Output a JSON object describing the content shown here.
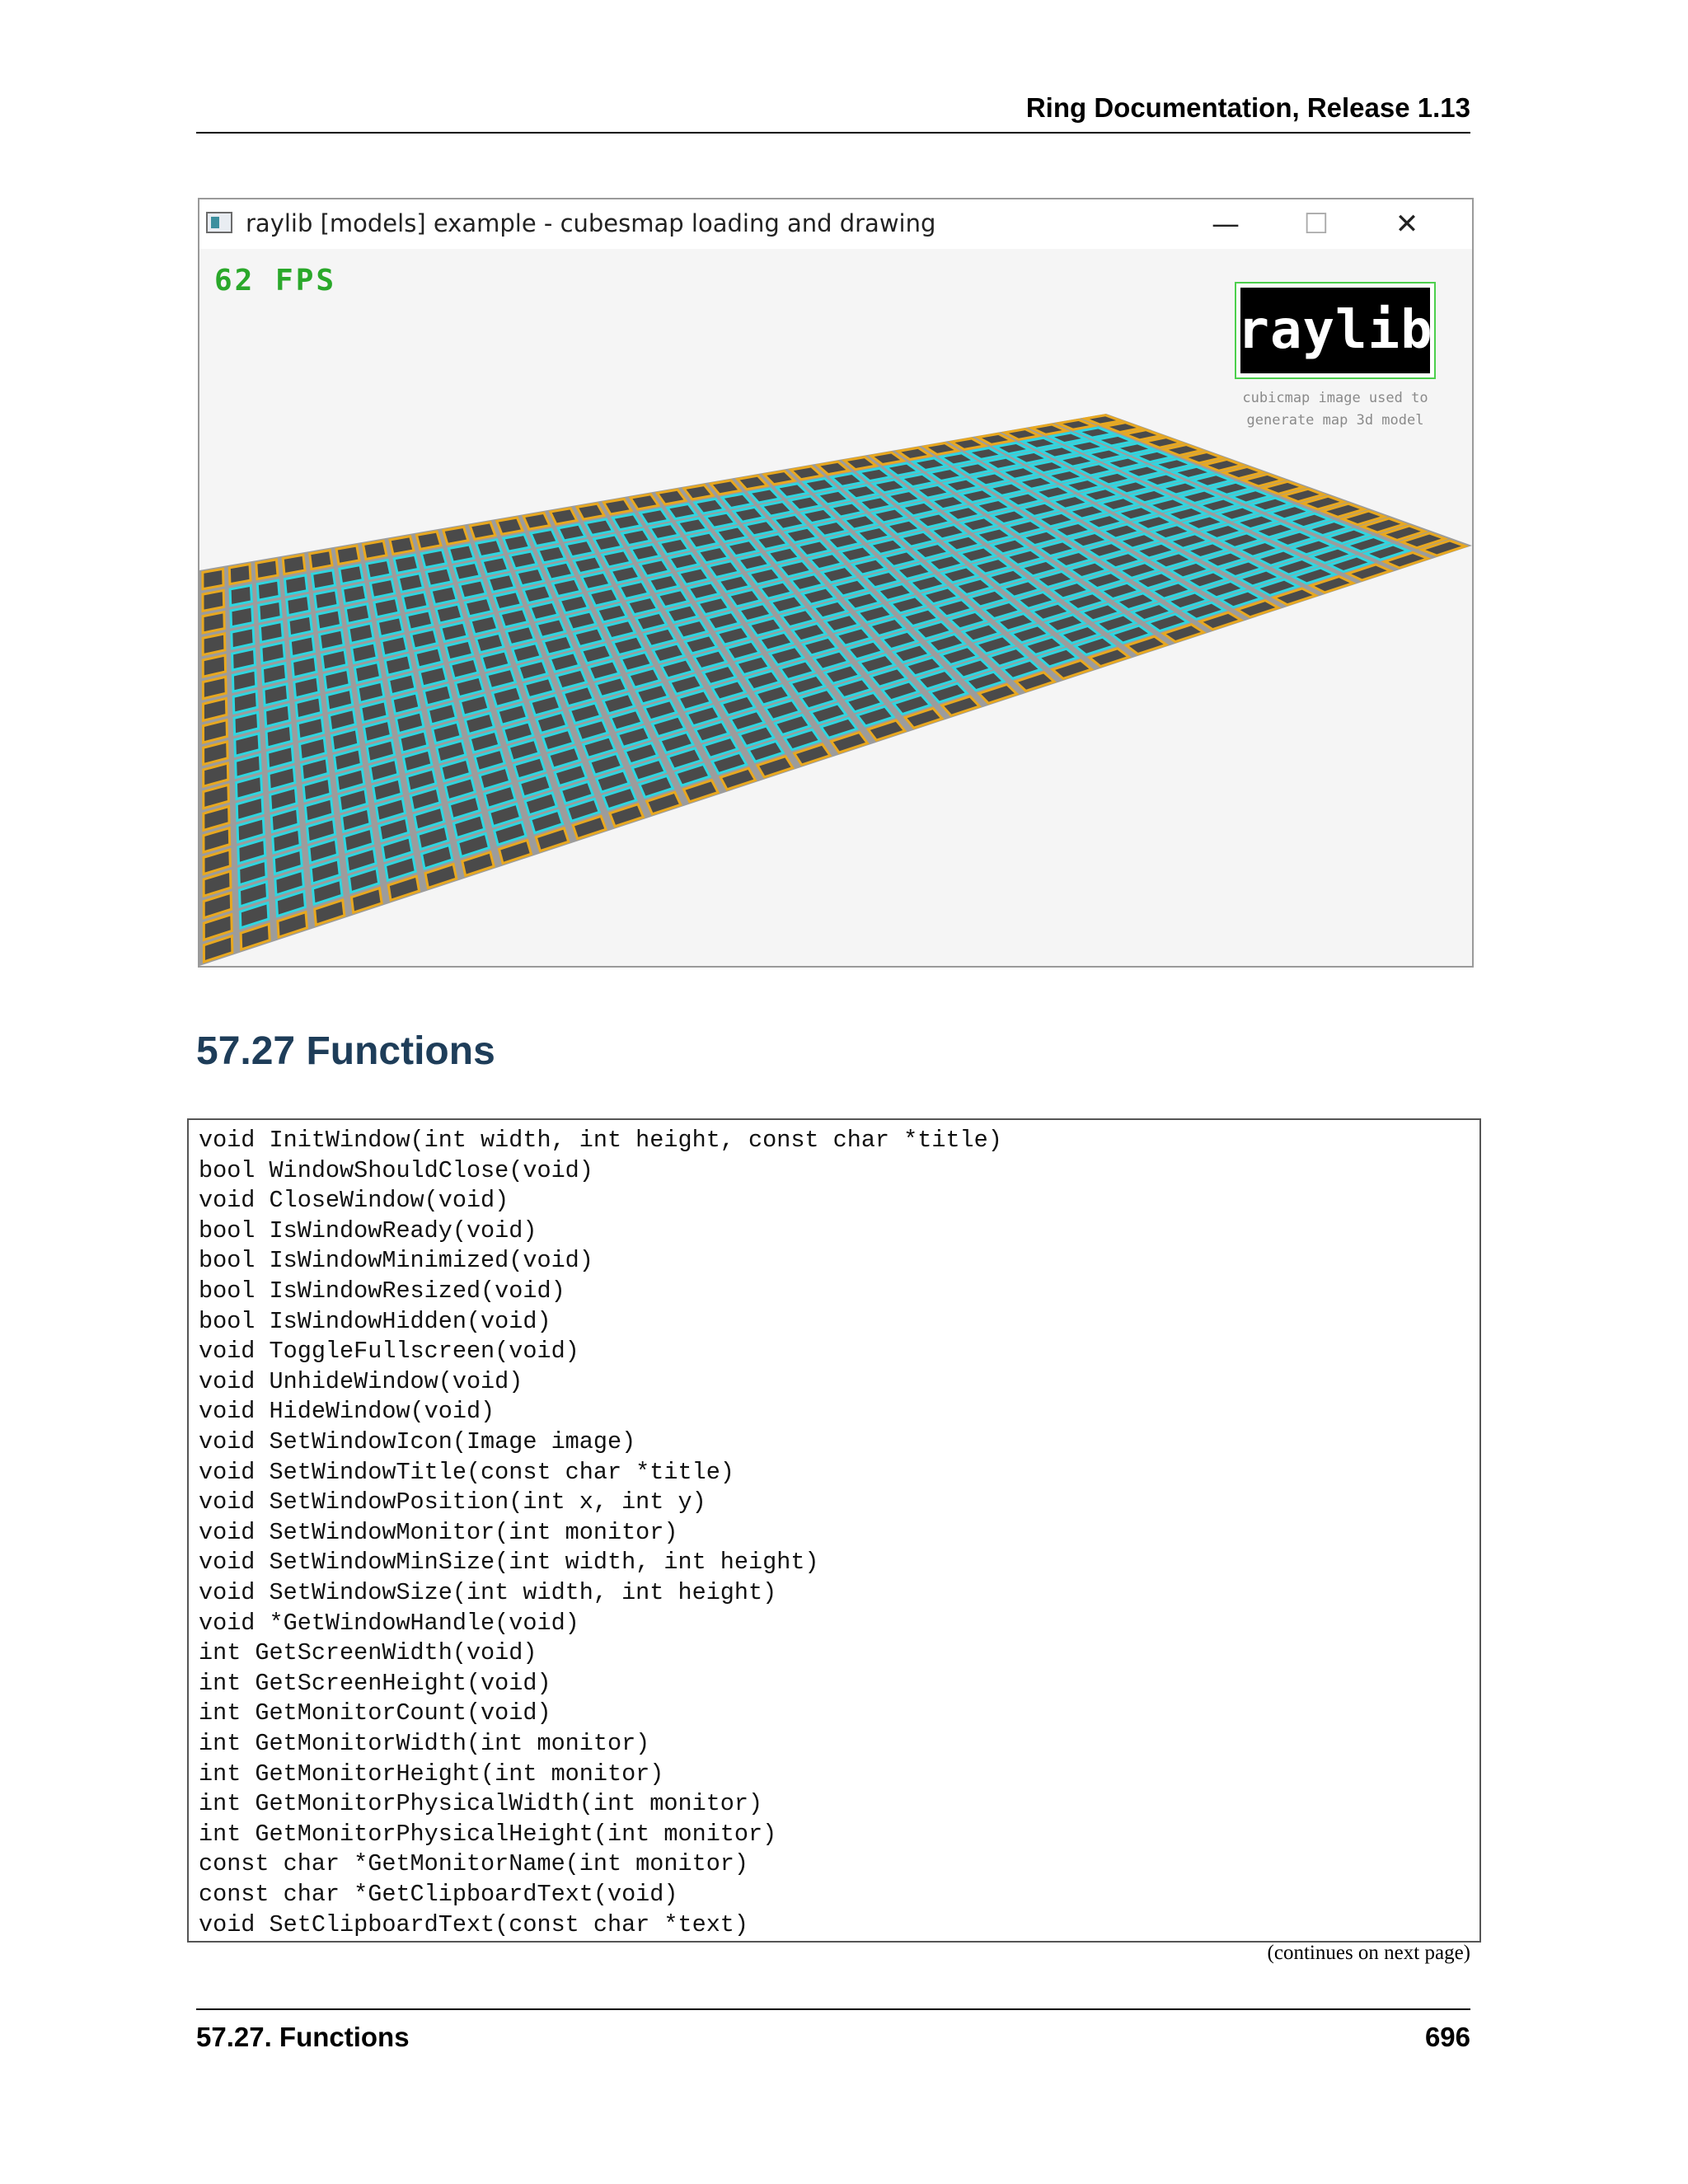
{
  "header": {
    "title": "Ring Documentation, Release 1.13"
  },
  "window": {
    "title": "raylib [models] example - cubesmap loading and drawing",
    "buttons": {
      "minimize": "—",
      "maximize": "☐",
      "close": "✕"
    },
    "fps": "62 FPS",
    "logo": {
      "text": "raylib",
      "caption_line1": "cubicmap image used to",
      "caption_line2": "generate map 3d model"
    },
    "colors": {
      "fps": "#2aa82a",
      "cyan_tile": "#2fd6e0",
      "orange_tile": "#e8a820",
      "floor": "#4a4a4a",
      "wall": "#9c9c9c"
    }
  },
  "section": {
    "title": "57.27  Functions"
  },
  "code_lines": [
    "void InitWindow(int width, int height, const char *title)",
    "bool WindowShouldClose(void)",
    "void CloseWindow(void)",
    "bool IsWindowReady(void)",
    "bool IsWindowMinimized(void)",
    "bool IsWindowResized(void)",
    "bool IsWindowHidden(void)",
    "void ToggleFullscreen(void)",
    "void UnhideWindow(void)",
    "void HideWindow(void)",
    "void SetWindowIcon(Image image)",
    "void SetWindowTitle(const char *title)",
    "void SetWindowPosition(int x, int y)",
    "void SetWindowMonitor(int monitor)",
    "void SetWindowMinSize(int width, int height)",
    "void SetWindowSize(int width, int height)",
    "void *GetWindowHandle(void)",
    "int GetScreenWidth(void)",
    "int GetScreenHeight(void)",
    "int GetMonitorCount(void)",
    "int GetMonitorWidth(int monitor)",
    "int GetMonitorHeight(int monitor)",
    "int GetMonitorPhysicalWidth(int monitor)",
    "int GetMonitorPhysicalHeight(int monitor)",
    "const char *GetMonitorName(int monitor)",
    "const char *GetClipboardText(void)",
    "void SetClipboardText(const char *text)"
  ],
  "continues": "(continues on next page)",
  "footer": {
    "left": "57.27.  Functions",
    "right": "696"
  }
}
